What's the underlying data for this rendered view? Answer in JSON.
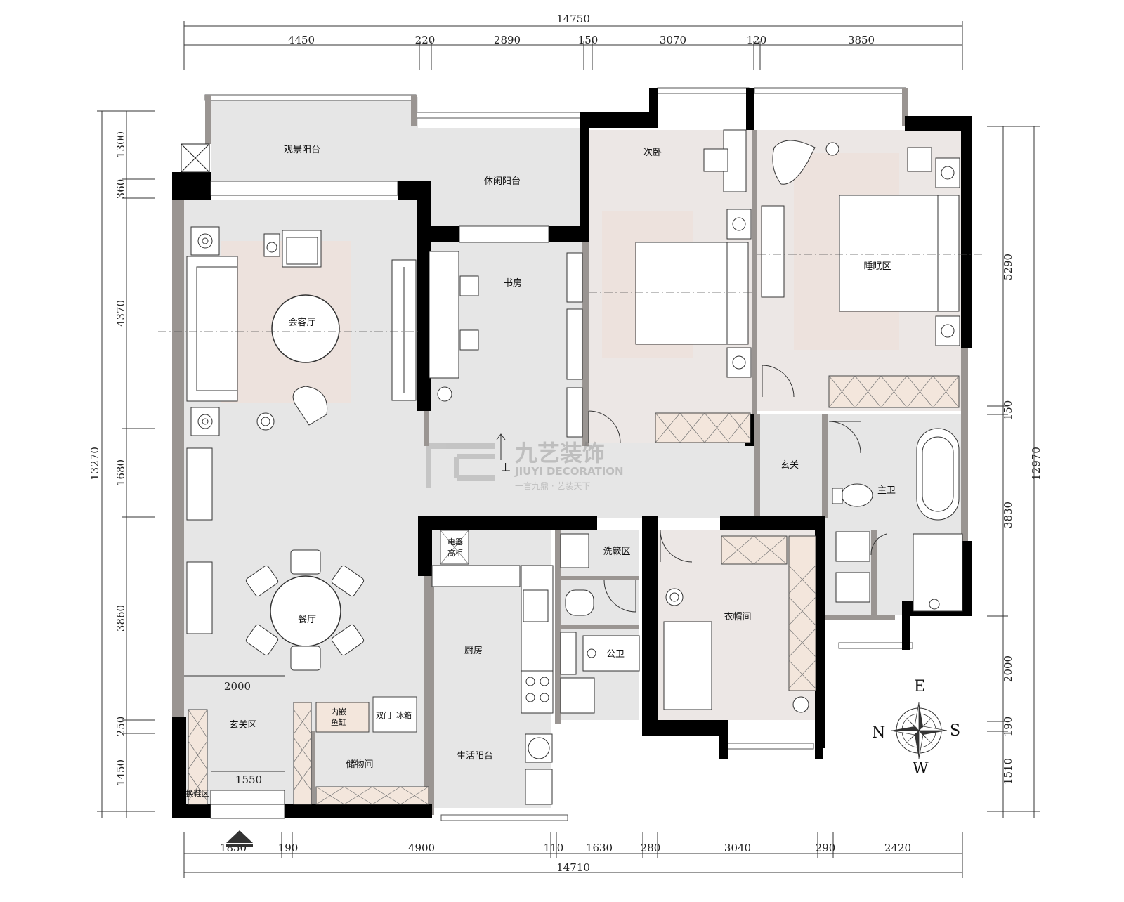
{
  "dimensions": {
    "top_total": "14750",
    "top": [
      "4450",
      "220",
      "2890",
      "150",
      "3070",
      "120",
      "3850"
    ],
    "bottom_total": "14710",
    "bottom": [
      "1850",
      "190",
      "4900",
      "110",
      "1630",
      "280",
      "3040",
      "290",
      "2420"
    ],
    "left_total": "13270",
    "left": [
      "1300",
      "360",
      "4370",
      "1680",
      "3860",
      "250",
      "1450"
    ],
    "right_total": "12970",
    "right": [
      "5290",
      "150",
      "3830",
      "2000",
      "190",
      "1510"
    ],
    "entry_width": "2000",
    "entry_inner": "1550"
  },
  "rooms": {
    "viewing_balcony": "观景阳台",
    "leisure_balcony": "休闲阳台",
    "living_room": "会客厅",
    "study": "书房",
    "second_bedroom": "次卧",
    "sleeping_area": "睡眠区",
    "foyer": "玄关",
    "master_bath": "主卫",
    "dining_room": "餐厅",
    "kitchen": "厨房",
    "wash_area": "洗簌区",
    "public_bath": "公卫",
    "cloakroom": "衣帽间",
    "entry_area": "玄关区",
    "shoe_change": "换鞋区",
    "storage": "储物间",
    "utility_balcony": "生活阳台",
    "fish_tank_1": "内嵌",
    "fish_tank_2": "鱼缸",
    "fridge_1": "双门",
    "fridge_2": "冰箱",
    "appliance_1": "电器",
    "appliance_2": "高柜",
    "stair_up": "上"
  },
  "compass": {
    "e": "E",
    "s": "S",
    "w": "W",
    "n": "N"
  },
  "watermark": {
    "brand": "九艺装饰",
    "english": "JIUYI DECORATION",
    "slogan": "一言九鼎 · 艺装天下"
  },
  "colors": {
    "wall": "#000000",
    "partition": "#9a9592",
    "floor": "#e6e6e6",
    "rug": "#ede2dd",
    "cabinet": "#f3e6dc"
  }
}
